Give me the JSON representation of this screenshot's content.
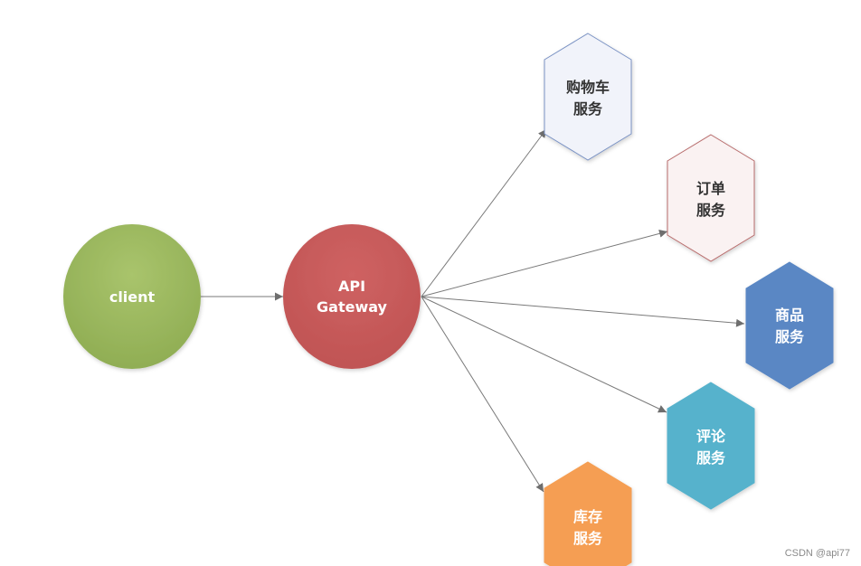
{
  "nodes": {
    "client": {
      "label": "client",
      "color": "#9dbb5f"
    },
    "gateway": {
      "line1": "API",
      "line2": "Gateway",
      "color": "#c95b5b"
    },
    "cart": {
      "line1": "购物车",
      "line2": "服务",
      "fill": "#f1f3fa",
      "stroke": "#7b93c4",
      "text_color": "#333333"
    },
    "order": {
      "line1": "订单",
      "line2": "服务",
      "fill": "#faf2f2",
      "stroke": "#b86c6c",
      "text_color": "#333333"
    },
    "product": {
      "line1": "商品",
      "line2": "服务",
      "fill": "#5a87c4",
      "stroke": "#5a87c4",
      "text_color": "#ffffff"
    },
    "review": {
      "line1": "评论",
      "line2": "服务",
      "fill": "#57b2cc",
      "stroke": "#57b2cc",
      "text_color": "#ffffff"
    },
    "inventory": {
      "line1": "库存",
      "line2": "服务",
      "fill": "#f59e52",
      "stroke": "#f59e52",
      "text_color": "#ffffff"
    }
  },
  "watermark": "CSDN @api77"
}
